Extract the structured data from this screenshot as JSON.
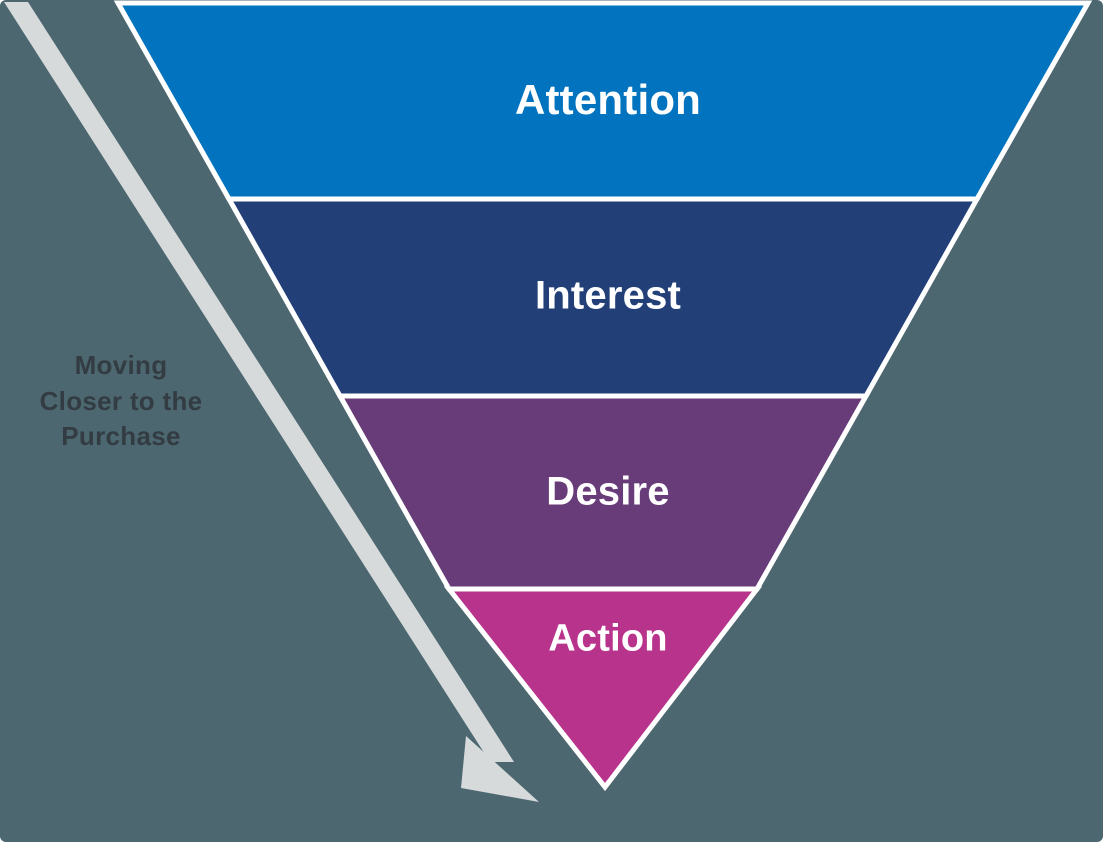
{
  "diagram": {
    "type": "funnel",
    "title": "",
    "background_color": "#4c6770",
    "divider_color": "#ffffff",
    "stages": [
      {
        "label": "Attention",
        "color": "#0273be",
        "order": 1
      },
      {
        "label": "Interest",
        "color": "#233f78",
        "order": 2
      },
      {
        "label": "Desire",
        "color": "#683c79",
        "order": 3
      },
      {
        "label": "Action",
        "color": "#b8338c",
        "order": 4
      }
    ],
    "annotation": {
      "line_1": "Moving",
      "line_2": "Closer to the",
      "line_3": "Purchase",
      "text_color": "#333c42"
    },
    "arrow": {
      "name": "progression-arrow",
      "color": "#d6dadb",
      "direction": "down-right"
    }
  }
}
